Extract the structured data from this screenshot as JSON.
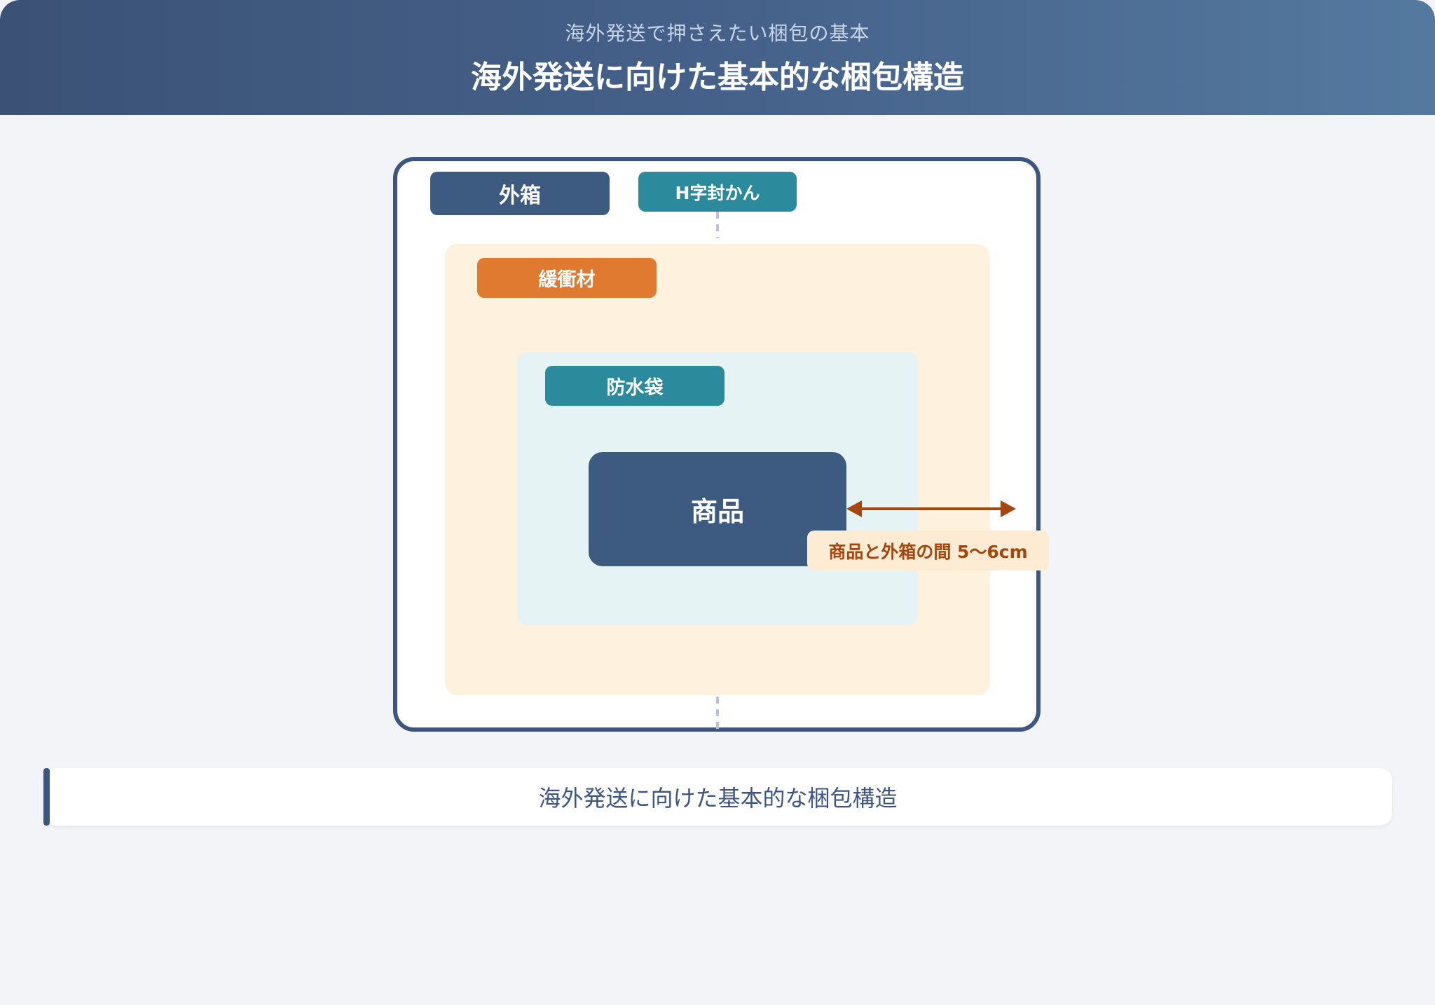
{
  "header": {
    "subtitle": "海外発送で押さえたい梱包の基本",
    "title": "海外発送に向けた基本的な梱包構造"
  },
  "diagram": {
    "outer_box_label": "外箱",
    "tape_label": "H字封かん",
    "cushion_label": "緩衝材",
    "bag_label": "防水袋",
    "product_label": "商品",
    "gap_label": "商品と外箱の間 5〜6cm"
  },
  "caption": {
    "text": "海外発送に向けた基本的な梱包構造"
  },
  "colors": {
    "navy": "#3d5a80",
    "teal": "#2c8a9d",
    "orange": "#e07a30",
    "cushion_fill": "#fef1de",
    "bag_fill": "#e6f3f4",
    "arrow": "#a4470f"
  }
}
